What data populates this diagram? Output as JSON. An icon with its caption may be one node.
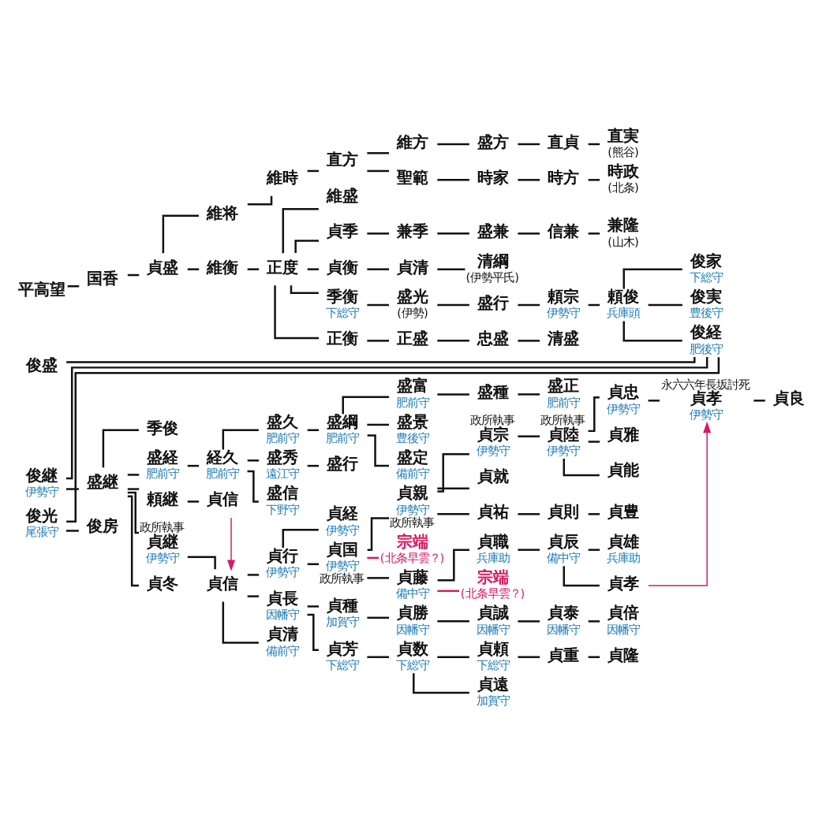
{
  "diagram": {
    "nodes": [
      {
        "text": [
          "平高望"
        ]
      },
      {
        "text": [
          "国香"
        ]
      },
      {
        "text": [
          "貞盛"
        ]
      },
      {
        "text": [
          "維将"
        ]
      },
      {
        "text": [
          "維時"
        ]
      },
      {
        "text": [
          "直方"
        ]
      },
      {
        "text": [
          "維方"
        ]
      },
      {
        "text": [
          "盛方"
        ]
      },
      {
        "text": [
          "直貞"
        ]
      },
      {
        "text": [
          "直実"
        ],
        "beside": [
          "(熊谷)"
        ]
      },
      {
        "text": [
          "聖範"
        ]
      },
      {
        "text": [
          "時家"
        ]
      },
      {
        "text": [
          "時方"
        ]
      },
      {
        "text": [
          "時政"
        ],
        "beside": [
          "(北条)"
        ]
      },
      {
        "text": [
          "維衡"
        ]
      },
      {
        "text": [
          "正度"
        ]
      },
      {
        "text": [
          "維盛"
        ]
      },
      {
        "text": [
          "貞季"
        ]
      },
      {
        "text": [
          "兼季"
        ]
      },
      {
        "text": [
          "盛兼"
        ]
      },
      {
        "text": [
          "信兼"
        ]
      },
      {
        "text": [
          "兼隆"
        ],
        "beside": [
          "(山木)"
        ]
      },
      {
        "text": [
          "貞衡"
        ]
      },
      {
        "text": [
          "貞清"
        ]
      },
      {
        "text": [
          "清綱"
        ],
        "beside": [
          "(伊勢平氏)"
        ]
      },
      {
        "text": [
          "季衡"
        ],
        "beside": [
          "下総守"
        ]
      },
      {
        "text": [
          "盛光"
        ],
        "beside": [
          "(伊勢)"
        ]
      },
      {
        "text": [
          "盛行"
        ]
      },
      {
        "text": [
          "頼宗"
        ],
        "beside": [
          "伊勢守"
        ]
      },
      {
        "text": [
          "頼俊"
        ],
        "beside": [
          "兵庫頭"
        ]
      },
      {
        "text": [
          "俊家"
        ],
        "beside": [
          "下総守"
        ]
      },
      {
        "text": [
          "俊実"
        ],
        "beside": [
          "豊後守"
        ]
      },
      {
        "text": [
          "俊経"
        ],
        "beside": [
          "肥後守"
        ]
      },
      {
        "text": [
          "正衡"
        ]
      },
      {
        "text": [
          "正盛"
        ]
      },
      {
        "text": [
          "忠盛"
        ]
      },
      {
        "text": [
          "清盛"
        ]
      },
      {
        "text": [
          "俊盛"
        ]
      },
      {
        "text": [
          "俊継"
        ],
        "beside": [
          "伊勢守"
        ]
      },
      {
        "text": [
          "盛継"
        ]
      },
      {
        "text": [
          "季俊"
        ]
      },
      {
        "text": [
          "盛経"
        ],
        "beside": [
          "肥前守"
        ]
      },
      {
        "text": [
          "経久"
        ],
        "beside": [
          "肥前守"
        ]
      },
      {
        "text": [
          "盛久"
        ],
        "beside": [
          "肥前守"
        ]
      },
      {
        "text": [
          "盛綱"
        ],
        "beside": [
          "肥前守"
        ]
      },
      {
        "text": [
          "盛富"
        ],
        "beside": [
          "肥前守"
        ]
      },
      {
        "text": [
          "盛種"
        ]
      },
      {
        "text": [
          "盛正"
        ],
        "beside": [
          "肥前守"
        ]
      },
      {
        "text": [
          "盛景"
        ],
        "beside": [
          "豊後守"
        ]
      },
      {
        "text": [
          "盛定"
        ],
        "beside": [
          "備前守"
        ]
      },
      {
        "text": [
          "盛秀"
        ],
        "beside": [
          "遠江守"
        ]
      },
      {
        "text": [
          "盛行"
        ]
      },
      {
        "text": [
          "盛信"
        ],
        "beside": [
          "下野守"
        ]
      },
      {
        "text": [
          "頼継"
        ]
      },
      {
        "text": [
          "貞信"
        ]
      },
      {
        "text": [
          "俊光"
        ],
        "beside": [
          "尾張守"
        ]
      },
      {
        "text": [
          "俊房"
        ]
      },
      {
        "text": [
          "貞継"
        ],
        "beside": [
          "政所執事",
          "伊勢守"
        ]
      },
      {
        "text": [
          "貞信"
        ]
      },
      {
        "text": [
          "貞冬"
        ]
      },
      {
        "text": [
          "貞行"
        ],
        "beside": [
          "伊勢守"
        ]
      },
      {
        "text": [
          "貞経"
        ],
        "beside": [
          "伊勢守"
        ]
      },
      {
        "text": [
          "貞国"
        ],
        "beside": [
          "伊勢守",
          "政所執事"
        ]
      },
      {
        "text": [
          "貞親"
        ],
        "beside": [
          "伊勢守",
          "政所執事"
        ]
      },
      {
        "text": [
          "貞宗"
        ],
        "beside": [
          "政所執事",
          "伊勢守"
        ]
      },
      {
        "text": [
          "貞陸"
        ],
        "beside": [
          "政所執事",
          "伊勢守"
        ]
      },
      {
        "text": [
          "貞忠"
        ],
        "beside": [
          "伊勢守"
        ]
      },
      {
        "text": [
          "貞孝"
        ],
        "beside": [
          "永六六年長坂討死",
          "伊勢守"
        ]
      },
      {
        "text": [
          "貞良"
        ]
      },
      {
        "text": [
          "貞雅"
        ]
      },
      {
        "text": [
          "貞能"
        ]
      },
      {
        "text": [
          "宗端"
        ],
        "beside": [
          "(北条早雲？)"
        ]
      },
      {
        "text": [
          "貞就"
        ]
      },
      {
        "text": [
          "貞祐"
        ]
      },
      {
        "text": [
          "貞則"
        ]
      },
      {
        "text": [
          "貞豊"
        ]
      },
      {
        "text": [
          "貞藤"
        ],
        "beside": [
          "備中守"
        ]
      },
      {
        "text": [
          "貞職"
        ],
        "beside": [
          "兵庫助"
        ]
      },
      {
        "text": [
          "貞辰"
        ],
        "beside": [
          "備中守"
        ]
      },
      {
        "text": [
          "貞雄"
        ],
        "beside": [
          "兵庫助"
        ]
      },
      {
        "text": [
          "貞孝"
        ]
      },
      {
        "text": [
          "宗端"
        ],
        "beside": [
          "(北条早雲？)"
        ]
      },
      {
        "text": [
          "貞長"
        ],
        "beside": [
          "因幡守"
        ]
      },
      {
        "text": [
          "貞種"
        ],
        "beside": [
          "加賀守"
        ]
      },
      {
        "text": [
          "貞勝"
        ],
        "beside": [
          "因幡守"
        ]
      },
      {
        "text": [
          "貞誠"
        ],
        "beside": [
          "因幡守"
        ]
      },
      {
        "text": [
          "貞泰"
        ],
        "beside": [
          "因幡守"
        ]
      },
      {
        "text": [
          "貞倍"
        ],
        "beside": [
          "因幡守"
        ]
      },
      {
        "text": [
          "貞清"
        ],
        "beside": [
          "備前守"
        ]
      },
      {
        "text": [
          "貞芳"
        ],
        "beside": [
          "下総守"
        ]
      },
      {
        "text": [
          "貞数"
        ],
        "beside": [
          "下総守"
        ]
      },
      {
        "text": [
          "貞頼"
        ],
        "beside": [
          "下総守"
        ]
      },
      {
        "text": [
          "貞重"
        ]
      },
      {
        "text": [
          "貞隆"
        ]
      },
      {
        "text": [
          "貞遠"
        ],
        "beside": [
          "加賀守"
        ]
      }
    ],
    "edges": [
      {
        "from": 0,
        "to": 1,
        "arrow": "none"
      },
      {
        "from": 1,
        "to": 2,
        "arrow": "none"
      },
      {
        "from": 2,
        "to": 3,
        "arrow": "none"
      },
      {
        "from": 2,
        "to": 14,
        "arrow": "none"
      },
      {
        "from": 3,
        "to": 4,
        "arrow": "none"
      },
      {
        "from": 4,
        "to": 5,
        "arrow": "none"
      },
      {
        "from": 5,
        "to": 6,
        "arrow": "none"
      },
      {
        "from": 5,
        "to": 10,
        "arrow": "none"
      },
      {
        "from": 6,
        "to": 7,
        "arrow": "none"
      },
      {
        "from": 7,
        "to": 8,
        "arrow": "none"
      },
      {
        "from": 8,
        "to": 9,
        "arrow": "none"
      },
      {
        "from": 10,
        "to": 11,
        "arrow": "none"
      },
      {
        "from": 11,
        "to": 12,
        "arrow": "none"
      },
      {
        "from": 12,
        "to": 13,
        "arrow": "none"
      },
      {
        "from": 14,
        "to": 15,
        "arrow": "none"
      },
      {
        "from": 15,
        "to": 16,
        "arrow": "none"
      },
      {
        "from": 15,
        "to": 17,
        "arrow": "none"
      },
      {
        "from": 15,
        "to": 22,
        "arrow": "none"
      },
      {
        "from": 15,
        "to": 25,
        "arrow": "none"
      },
      {
        "from": 15,
        "to": 33,
        "arrow": "none"
      },
      {
        "from": 17,
        "to": 18,
        "arrow": "none"
      },
      {
        "from": 18,
        "to": 19,
        "arrow": "none"
      },
      {
        "from": 19,
        "to": 20,
        "arrow": "none"
      },
      {
        "from": 20,
        "to": 21,
        "arrow": "none"
      },
      {
        "from": 22,
        "to": 23,
        "arrow": "none"
      },
      {
        "from": 23,
        "to": 24,
        "arrow": "none"
      },
      {
        "from": 25,
        "to": 26,
        "arrow": "none"
      },
      {
        "from": 26,
        "to": 27,
        "arrow": "none"
      },
      {
        "from": 27,
        "to": 28,
        "arrow": "none"
      },
      {
        "from": 28,
        "to": 29,
        "arrow": "none"
      },
      {
        "from": 29,
        "to": 30,
        "arrow": "none"
      },
      {
        "from": 29,
        "to": 31,
        "arrow": "none"
      },
      {
        "from": 29,
        "to": 32,
        "arrow": "none"
      },
      {
        "from": 33,
        "to": 34,
        "arrow": "none"
      },
      {
        "from": 34,
        "to": 35,
        "arrow": "none"
      },
      {
        "from": 35,
        "to": 36,
        "arrow": "none"
      },
      {
        "from": 32,
        "to": 37,
        "arrow": "none"
      },
      {
        "from": 32,
        "to": 38,
        "arrow": "none"
      },
      {
        "from": 32,
        "to": 55,
        "arrow": "none"
      },
      {
        "from": 38,
        "to": 39,
        "arrow": "none"
      },
      {
        "from": 39,
        "to": 40,
        "arrow": "none"
      },
      {
        "from": 39,
        "to": 41,
        "arrow": "none"
      },
      {
        "from": 39,
        "to": 53,
        "arrow": "none"
      },
      {
        "from": 39,
        "to": 57,
        "arrow": "none"
      },
      {
        "from": 39,
        "to": 59,
        "arrow": "none"
      },
      {
        "from": 41,
        "to": 42,
        "arrow": "none"
      },
      {
        "from": 42,
        "to": 43,
        "arrow": "none"
      },
      {
        "from": 42,
        "to": 50,
        "arrow": "none"
      },
      {
        "from": 42,
        "to": 52,
        "arrow": "none"
      },
      {
        "from": 43,
        "to": 44,
        "arrow": "none"
      },
      {
        "from": 44,
        "to": 45,
        "arrow": "none"
      },
      {
        "from": 44,
        "to": 48,
        "arrow": "none"
      },
      {
        "from": 44,
        "to": 49,
        "arrow": "none"
      },
      {
        "from": 45,
        "to": 46,
        "arrow": "none"
      },
      {
        "from": 46,
        "to": 47,
        "arrow": "none"
      },
      {
        "from": 50,
        "to": 51,
        "arrow": "none"
      },
      {
        "from": 53,
        "to": 54,
        "arrow": "none"
      },
      {
        "from": 54,
        "to": 58,
        "arrow": "to",
        "color": "#d81b60"
      },
      {
        "from": 55,
        "to": 56,
        "arrow": "none"
      },
      {
        "from": 57,
        "to": 58,
        "arrow": "none"
      },
      {
        "from": 58,
        "to": 60,
        "arrow": "none"
      },
      {
        "from": 58,
        "to": 82,
        "arrow": "none"
      },
      {
        "from": 58,
        "to": 88,
        "arrow": "none"
      },
      {
        "from": 60,
        "to": 61,
        "arrow": "none"
      },
      {
        "from": 60,
        "to": 62,
        "arrow": "none"
      },
      {
        "from": 62,
        "to": 63,
        "arrow": "none"
      },
      {
        "from": 62,
        "to": 71,
        "arrow": "none",
        "color": "#d81b60"
      },
      {
        "from": 62,
        "to": 76,
        "arrow": "none"
      },
      {
        "from": 63,
        "to": 64,
        "arrow": "none"
      },
      {
        "from": 63,
        "to": 72,
        "arrow": "none"
      },
      {
        "from": 63,
        "to": 73,
        "arrow": "none"
      },
      {
        "from": 64,
        "to": 65,
        "arrow": "none"
      },
      {
        "from": 65,
        "to": 66,
        "arrow": "none"
      },
      {
        "from": 65,
        "to": 69,
        "arrow": "none"
      },
      {
        "from": 65,
        "to": 70,
        "arrow": "none"
      },
      {
        "from": 66,
        "to": 67,
        "arrow": "none"
      },
      {
        "from": 67,
        "to": 68,
        "arrow": "none"
      },
      {
        "from": 73,
        "to": 74,
        "arrow": "none"
      },
      {
        "from": 74,
        "to": 75,
        "arrow": "none"
      },
      {
        "from": 76,
        "to": 77,
        "arrow": "none"
      },
      {
        "from": 76,
        "to": 81,
        "arrow": "none",
        "color": "#d81b60"
      },
      {
        "from": 77,
        "to": 78,
        "arrow": "none"
      },
      {
        "from": 78,
        "to": 79,
        "arrow": "none"
      },
      {
        "from": 78,
        "to": 80,
        "arrow": "none"
      },
      {
        "from": 80,
        "to": 67,
        "arrow": "to",
        "color": "#d81b60"
      },
      {
        "from": 82,
        "to": 83,
        "arrow": "none"
      },
      {
        "from": 82,
        "to": 89,
        "arrow": "none"
      },
      {
        "from": 83,
        "to": 84,
        "arrow": "none"
      },
      {
        "from": 84,
        "to": 85,
        "arrow": "none"
      },
      {
        "from": 85,
        "to": 86,
        "arrow": "none"
      },
      {
        "from": 86,
        "to": 87,
        "arrow": "none"
      },
      {
        "from": 89,
        "to": 90,
        "arrow": "none"
      },
      {
        "from": 90,
        "to": 91,
        "arrow": "none"
      },
      {
        "from": 90,
        "to": 94,
        "arrow": "none"
      },
      {
        "from": 91,
        "to": 92,
        "arrow": "none"
      },
      {
        "from": 92,
        "to": 93,
        "arrow": "none"
      }
    ]
  }
}
